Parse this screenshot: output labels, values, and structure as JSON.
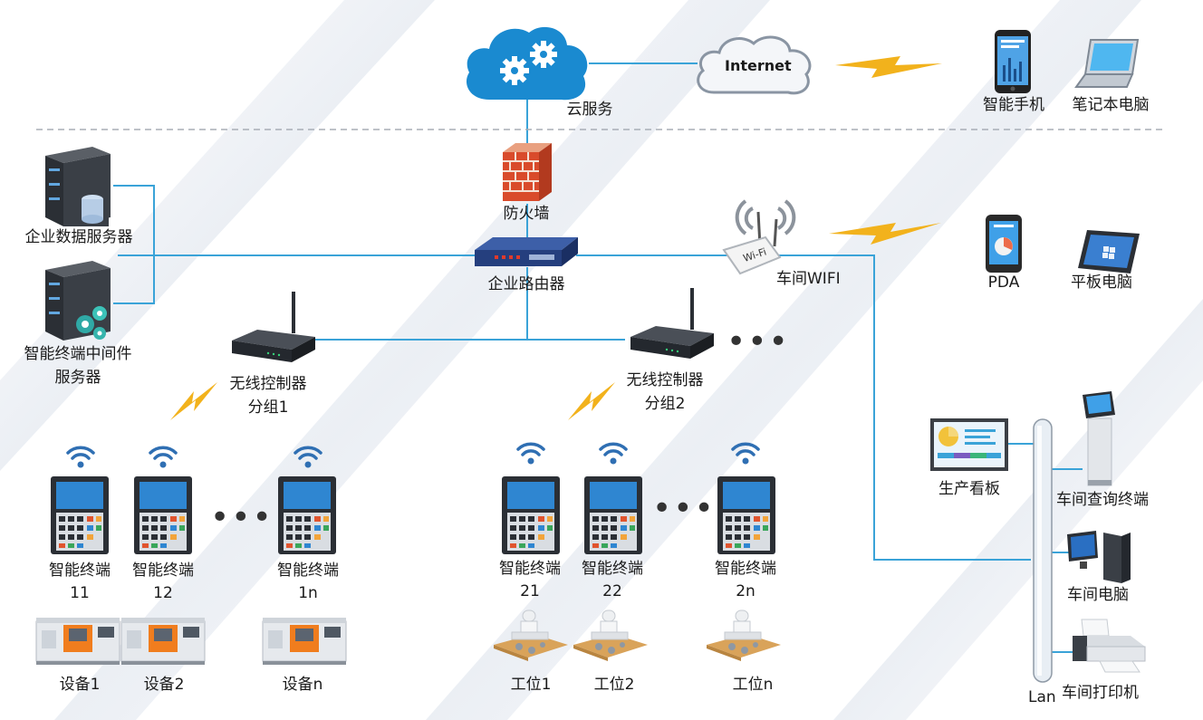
{
  "cloud": {
    "cloud_service": "云服务",
    "internet": "Internet"
  },
  "remote_devices": {
    "phone": "智能手机",
    "laptop": "笔记本电脑"
  },
  "core": {
    "firewall": "防火墙",
    "router": "企业路由器",
    "workshop_wifi": "车间WIFI"
  },
  "servers": {
    "data_server": "企业数据服务器",
    "middleware_server_line1": "智能终端中间件",
    "middleware_server_line2": "服务器"
  },
  "mobile_devices": {
    "pda": "PDA",
    "tablet": "平板电脑"
  },
  "groups": [
    {
      "controller_line1": "无线控制器",
      "controller_line2": "分组1",
      "terminals": [
        {
          "name": "智能终端",
          "id": "11"
        },
        {
          "name": "智能终端",
          "id": "12"
        },
        {
          "name": "智能终端",
          "id": "1n"
        }
      ],
      "devices": [
        "设备1",
        "设备2",
        "设备n"
      ]
    },
    {
      "controller_line1": "无线控制器",
      "controller_line2": "分组2",
      "terminals": [
        {
          "name": "智能终端",
          "id": "21"
        },
        {
          "name": "智能终端",
          "id": "22"
        },
        {
          "name": "智能终端",
          "id": "2n"
        }
      ],
      "stations": [
        "工位1",
        "工位2",
        "工位n"
      ]
    }
  ],
  "lan": {
    "label": "Lan",
    "board": "生产看板",
    "query_terminal": "车间查询终端",
    "pc": "车间电脑",
    "printer": "车间打印机"
  },
  "colors": {
    "wire": "#3aa3d8",
    "bolt": "#f2b21c",
    "cloud": "#1a8ad0",
    "wifi": "#2f6fb3"
  }
}
